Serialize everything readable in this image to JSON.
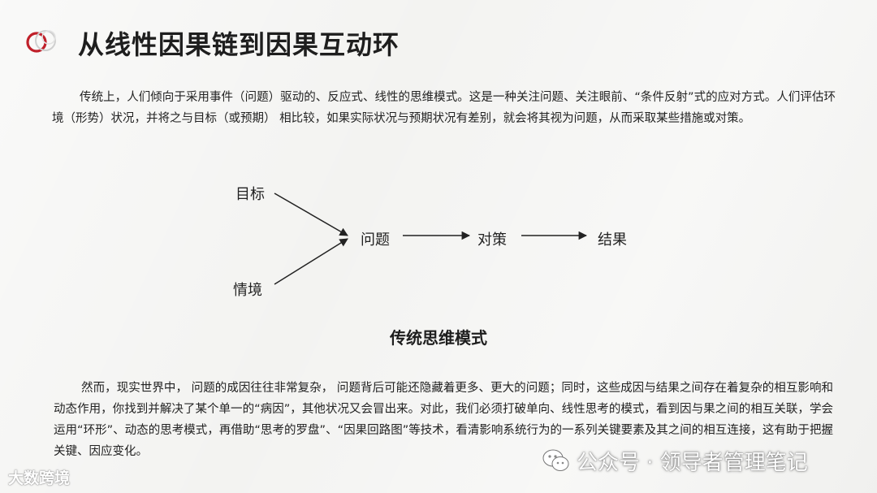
{
  "title": "从线性因果链到因果互动环",
  "paragraph1": "传统上，人们倾向于采用事件（问题）驱动的、反应式、线性的思维模式。这是一种关注问题、关注眼前、“条件反射”式的应对方式。人们评估环境（形势）状况，并将之与目标（或预期） 相比较，如果实际状况与预期状况有差别，就会将其视为问题，从而采取某些措施或对策。",
  "diagram": {
    "goal": "目标",
    "situation": "情境",
    "problem": "问题",
    "measure": "对策",
    "result": "结果",
    "caption": "传统思维模式"
  },
  "paragraph2": "然而，现实世界中， 问题的成因往往非常复杂， 问题背后可能还隐藏着更多、更大的问题；同时，这些成因与结果之间存在着复杂的相互影响和动态作用，你找到并解决了某个单一的“病因”，其他状况又会冒出来。对此，我们必须打破单向、线性思考的模式，看到因与果之间的相互关联，学会运用“环形”、动态的思考模式，再借助“思考的罗盘”、“因果回路图”等技术，看清影响系统行为的一系列关键要素及其之间的相互连接，这有助于把握关键、因应变化。",
  "watermark_left": "大数跨境",
  "watermark_right": "公众号 · 领导者管理笔记",
  "colors": {
    "accent": "#c0202a",
    "text": "#222222"
  }
}
